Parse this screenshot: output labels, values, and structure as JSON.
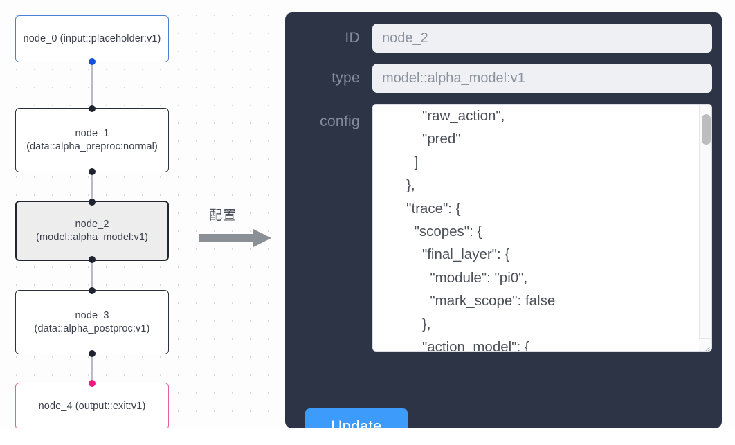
{
  "graph": {
    "nodes": [
      {
        "id": "node_0",
        "title": "node_0",
        "subtitle": "(input::placeholder:v1)",
        "kind": "input",
        "selected": false
      },
      {
        "id": "node_1",
        "title": "node_1",
        "subtitle": "(data::alpha_preproc:normal)",
        "kind": "data",
        "selected": false
      },
      {
        "id": "node_2",
        "title": "node_2",
        "subtitle": "(model::alpha_model:v1)",
        "kind": "model",
        "selected": true
      },
      {
        "id": "node_3",
        "title": "node_3",
        "subtitle": "(data::alpha_postproc:v1)",
        "kind": "data",
        "selected": false
      },
      {
        "id": "node_4",
        "title": "node_4",
        "subtitle": "(output::exit:v1)",
        "kind": "output",
        "selected": false
      }
    ],
    "edges": [
      {
        "from": "node_0",
        "to": "node_1"
      },
      {
        "from": "node_1",
        "to": "node_2"
      },
      {
        "from": "node_2",
        "to": "node_3"
      },
      {
        "from": "node_3",
        "to": "node_4"
      }
    ],
    "node_labels": {
      "node_0": "node_0\n(input::placeholder:v1)",
      "node_1": "node_1\n(data::alpha_preproc:normal)",
      "node_2": "node_2\n(model::alpha_model:v1)",
      "node_3": "node_3\n(data::alpha_postproc:v1)",
      "node_4": "node_4\n(output::exit:v1)"
    }
  },
  "annotation": {
    "label": "配置",
    "arrow_icon": "right-arrow-icon"
  },
  "panel": {
    "id_label": "ID",
    "id_value": "node_2",
    "type_label": "type",
    "type_value": "model::alpha_model:v1",
    "config_label": "config",
    "config_value": "          \"raw_action\",\n          \"pred\"\n        ]\n      },\n      \"trace\": {\n        \"scopes\": {\n          \"final_layer\": {\n            \"module\": \"pi0\",\n            \"mark_scope\": false\n          },\n          \"action_model\": {",
    "update_label": "Update"
  },
  "colors": {
    "panel_bg": "#2c3446",
    "input_bg": "#eef0f4",
    "label_text": "#838b9b",
    "accent_button": "#3d9bfb",
    "input_node_border": "#4a7fd4",
    "output_node_border": "#e25fa4",
    "selected_node_bg": "#ededed",
    "handle_dark": "#1f2330",
    "handle_blue": "#1450d8",
    "handle_pink": "#f01a7e",
    "edge_line": "#b9bcc2"
  }
}
